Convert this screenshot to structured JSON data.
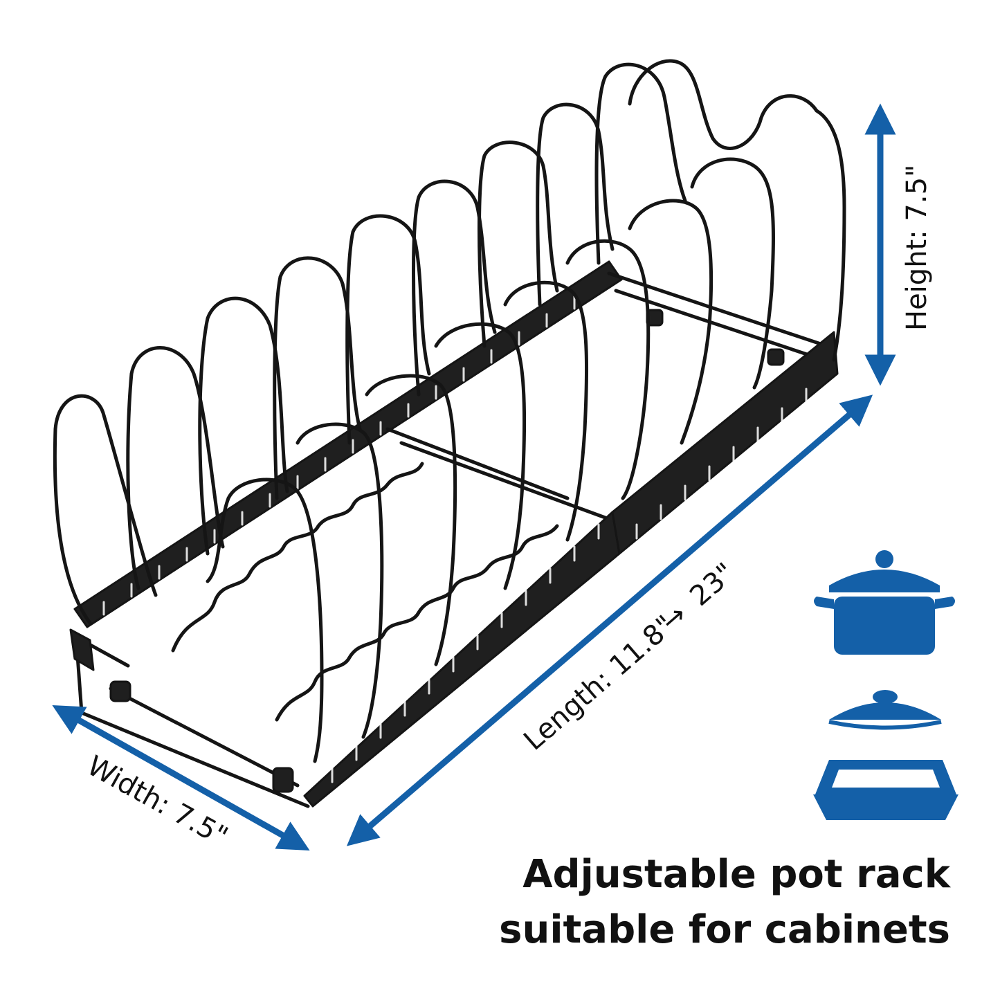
{
  "colors": {
    "accent_blue": "#1460a8",
    "wire_black": "#151515",
    "text": "#111111",
    "background": "#ffffff"
  },
  "dimensions": {
    "width_label": "Width: 7.5\"",
    "length_label": "Length: 11.8\"",
    "length_arrow_glyph": "→",
    "length_max_label": "23\"",
    "height_label": "Height: 7.5\""
  },
  "icons": [
    "stock-pot-icon",
    "pot-lid-icon",
    "baking-pan-icon"
  ],
  "headline": {
    "line1": "Adjustable pot rack",
    "line2": "suitable for cabinets"
  }
}
